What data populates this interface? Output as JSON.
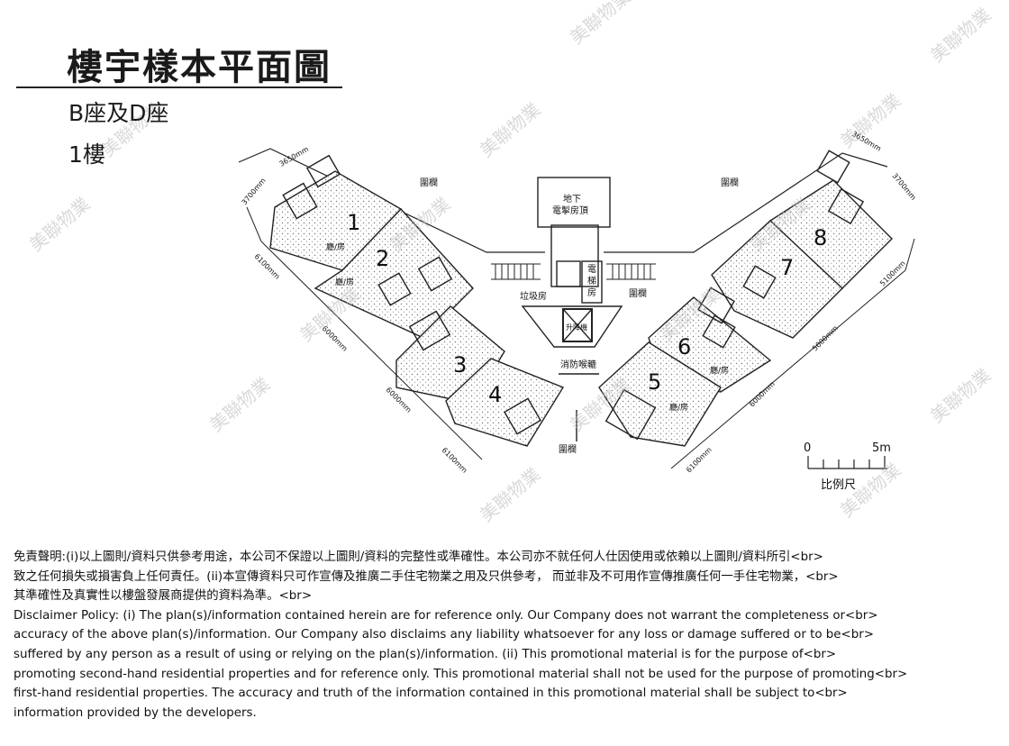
{
  "plan": {
    "title": "樓宇樣本平面圖",
    "block": "B座及D座",
    "floor": "1樓",
    "flats": [
      "1",
      "2",
      "3",
      "4",
      "5",
      "6",
      "7",
      "8"
    ],
    "room_label": "廳/房",
    "facilities": {
      "roof": "地下\n電掣房頂",
      "lift": "電\n梯\n房",
      "refuse": "垃圾房",
      "lift_shaft": "升降機",
      "fire_stair": "消防喉轆",
      "railing": "圍欄"
    },
    "dimensions": {
      "d3650": "3650mm",
      "d3700": "3700mm",
      "d6100": "6100mm",
      "d6000": "6000mm",
      "d5000": "5000mm",
      "d5100": "5100mm"
    },
    "scale": {
      "start": "0",
      "end": "5m",
      "label": "比例尺"
    },
    "watermark": "美聯物業"
  },
  "disclaimer": {
    "lines": [
      "免責聲明:(i)以上圖則/資料只供參考用途，本公司不保證以上圖則/資料的完整性或準確性。本公司亦不就任何人仕因使用或依賴以上圖則/資料所引<br>",
      "致之任何損失或損害負上任何責任。(ii)本宣傳資料只可作宣傳及推廣二手住宅物業之用及只供參考， 而並非及不可用作宣傳推廣任何一手住宅物業，<br>",
      "其準確性及真實性以樓盤發展商提供的資料為準。<br>",
      "Disclaimer Policy: (i) The plan(s)/information contained herein are for reference only. Our Company does not warrant the completeness or<br>",
      "accuracy of the above plan(s)/information. Our Company also disclaims any liability whatsoever for any loss or damage suffered or to be<br>",
      "suffered by any person as a result of using or relying on the plan(s)/information. (ii) This promotional material is for the purpose of<br>",
      "promoting second-hand residential properties and for reference only. This promotional material shall not be used for the purpose of promoting<br>",
      "first-hand residential properties. The accuracy and truth of the information contained in this promotional material shall be subject to<br>",
      "information provided by the developers."
    ]
  }
}
